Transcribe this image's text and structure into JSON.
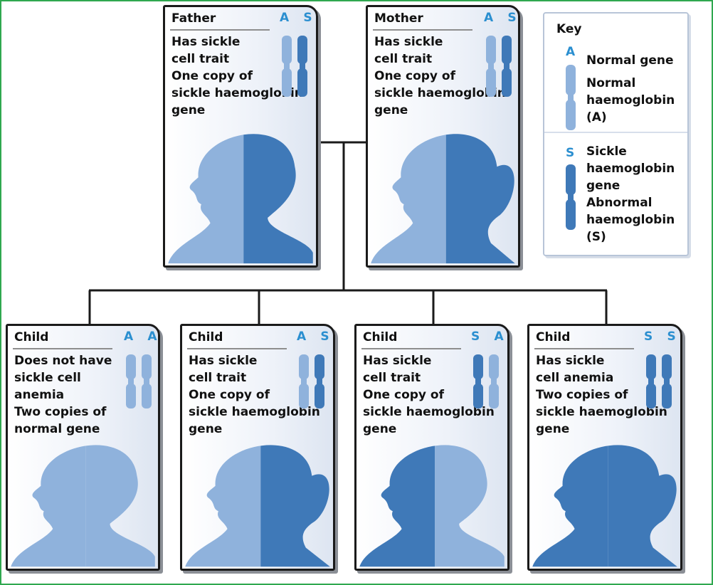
{
  "colors": {
    "frame_border": "#2fa84f",
    "normal_gene": "#8fb2dc",
    "sickle_gene": "#3f79b8",
    "code_letter": "#2b8fd0",
    "card_border": "#1a1a1a"
  },
  "parents": [
    {
      "id": "father",
      "title": "Father",
      "genes": [
        "A",
        "S"
      ],
      "lines": [
        "Has sickle",
        "cell trait",
        "One copy of",
        "sickle haemoglobin",
        "gene"
      ],
      "silhouette": "split-normal-sickle"
    },
    {
      "id": "mother",
      "title": "Mother",
      "genes": [
        "A",
        "S"
      ],
      "lines": [
        "Has sickle",
        "cell trait",
        "One copy of",
        "sickle haemoglobin",
        "gene"
      ],
      "silhouette": "split-normal-sickle"
    }
  ],
  "children": [
    {
      "id": "child-aa",
      "title": "Child",
      "genes": [
        "A",
        "A"
      ],
      "lines": [
        "Does not have",
        "sickle cell",
        "anemia",
        "Two copies of",
        "normal gene"
      ],
      "silhouette": "all-normal"
    },
    {
      "id": "child-as",
      "title": "Child",
      "genes": [
        "A",
        "S"
      ],
      "lines": [
        "Has sickle",
        "cell trait",
        "One copy of",
        "sickle haemoglobin",
        "gene"
      ],
      "silhouette": "split-normal-sickle"
    },
    {
      "id": "child-sa",
      "title": "Child",
      "genes": [
        "S",
        "A"
      ],
      "lines": [
        "Has sickle",
        "cell trait",
        "One copy of",
        "sickle haemoglobin",
        "gene"
      ],
      "silhouette": "split-sickle-normal"
    },
    {
      "id": "child-ss",
      "title": "Child",
      "genes": [
        "S",
        "S"
      ],
      "lines": [
        "Has sickle",
        "cell anemia",
        "Two copies of",
        "sickle haemoglobin",
        "gene"
      ],
      "silhouette": "all-sickle"
    }
  ],
  "key": {
    "title": "Key",
    "entries": [
      {
        "code": "A",
        "lines": [
          "Normal gene",
          "Normal",
          "haemoglobin",
          "(A)"
        ]
      },
      {
        "code": "S",
        "lines": [
          "Sickle",
          "haemoglobin",
          "gene",
          "Abnormal",
          "haemoglobin",
          "(S)"
        ]
      }
    ]
  }
}
